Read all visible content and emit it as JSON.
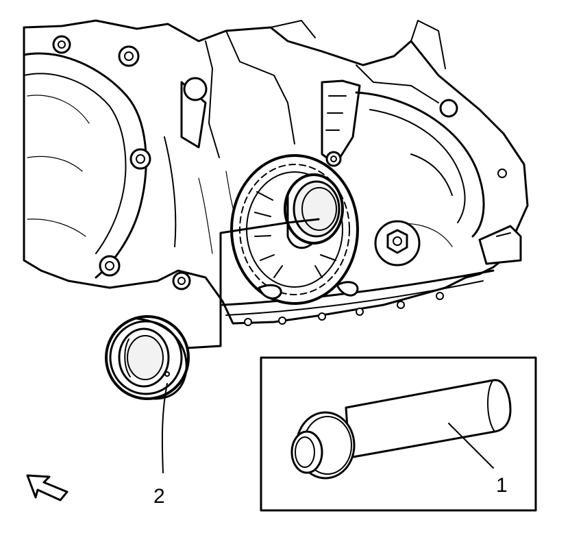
{
  "callouts": [
    {
      "id": "1",
      "label": "1"
    },
    {
      "id": "2",
      "label": "2"
    }
  ],
  "colors": {
    "ink": "#000000",
    "paper": "#ffffff"
  },
  "icons": {
    "orientation_arrow": "arrow-icon"
  }
}
